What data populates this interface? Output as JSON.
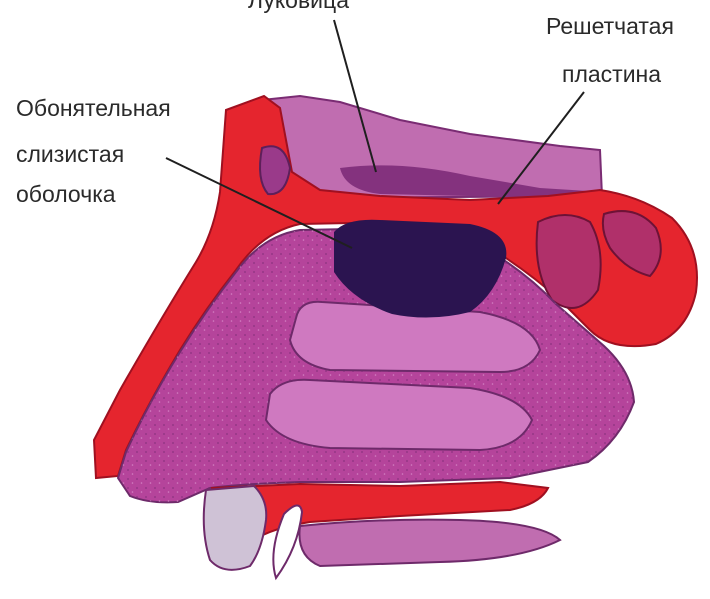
{
  "labels": {
    "olfactory_bulb": "Луковица",
    "cribriform_plate_line1": "Решетчатая",
    "cribriform_plate_line2": "пластина",
    "olfactory_mucosa_line1": "Обонятельная",
    "olfactory_mucosa_line2": "слизистая",
    "olfactory_mucosa_line3": "оболочка"
  },
  "colors": {
    "bone_red": "#e5252e",
    "tissue_magenta": "#b5449b",
    "tissue_light": "#cf79c0",
    "bulb_purple": "#84327e",
    "mucosa_dark": "#2b1450",
    "outline": "#6e2a6a",
    "line": "#1f1f1f"
  }
}
